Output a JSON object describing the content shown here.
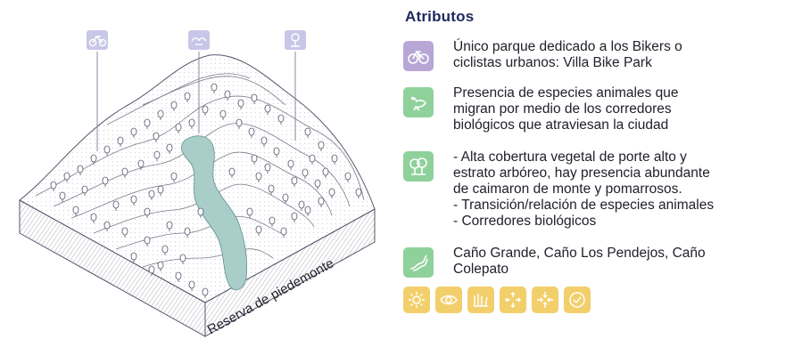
{
  "diagram": {
    "terrain_label": "Reserva de piedemonte"
  },
  "panel": {
    "title": "Atributos",
    "attributes": [
      {
        "icon": "bicycle-icon",
        "color": "#b8a6d6",
        "text": "Único parque dedicado a los Bikers o\nciclistas urbanos: Villa Bike Park"
      },
      {
        "icon": "bird-icon",
        "color": "#8fd19a",
        "text": "Presencia de especies animales que\nmigran por medio de los corredores\nbiológicos que atraviesan la ciudad"
      },
      {
        "icon": "tree-icon",
        "color": "#8fd19a",
        "text": "- Alta cobertura vegetal de porte alto y\nestrato arbóreo, hay presencia abundante\nde caimaron de monte y pomarrosos.\n- Transición/relación de especies animales\n- Corredores biológicos"
      },
      {
        "icon": "water-stream-icon",
        "color": "#8fd19a",
        "text": "Caño Grande, Caño Los Pendejos, Caño\nColepato"
      }
    ],
    "tool_color": "#f2cf6b",
    "tools": [
      "sun-icon",
      "eye-icon",
      "layers-icon",
      "expand-arrows-icon",
      "compress-arrows-icon",
      "check-circle-icon"
    ]
  },
  "colors": {
    "title": "#1f2a5c",
    "water": "#a9cdc9",
    "pin": "#c9c7e8"
  }
}
